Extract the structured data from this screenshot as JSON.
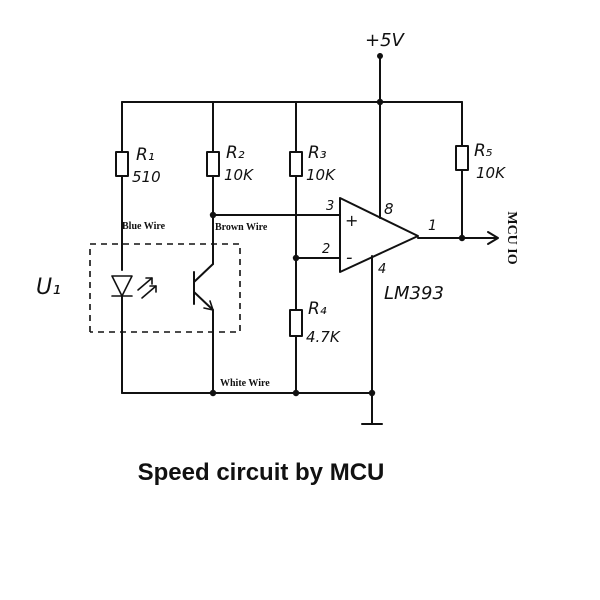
{
  "supply": "+5V",
  "resistors": [
    {
      "id": "R1",
      "label": "R₁",
      "value": "510"
    },
    {
      "id": "R2",
      "label": "R₂",
      "value": "10K"
    },
    {
      "id": "R3",
      "label": "R₃",
      "value": "10K"
    },
    {
      "id": "R4",
      "label": "R₄",
      "value": "4.7K"
    },
    {
      "id": "R5",
      "label": "R₅",
      "value": "10K"
    }
  ],
  "comparator": {
    "name": "LM393",
    "plus_sign": "+",
    "minus_sign": "-",
    "pin_3": "3",
    "pin_2": "2",
    "pin_8": "8",
    "pin_4": "4",
    "pin_1": "1"
  },
  "optocoupler": {
    "label": "U₁"
  },
  "wires": {
    "blue": "Blue Wire",
    "brown": "Brown Wire",
    "white": "White Wire"
  },
  "output_label": "MCU IO",
  "caption": "Speed circuit by MCU"
}
